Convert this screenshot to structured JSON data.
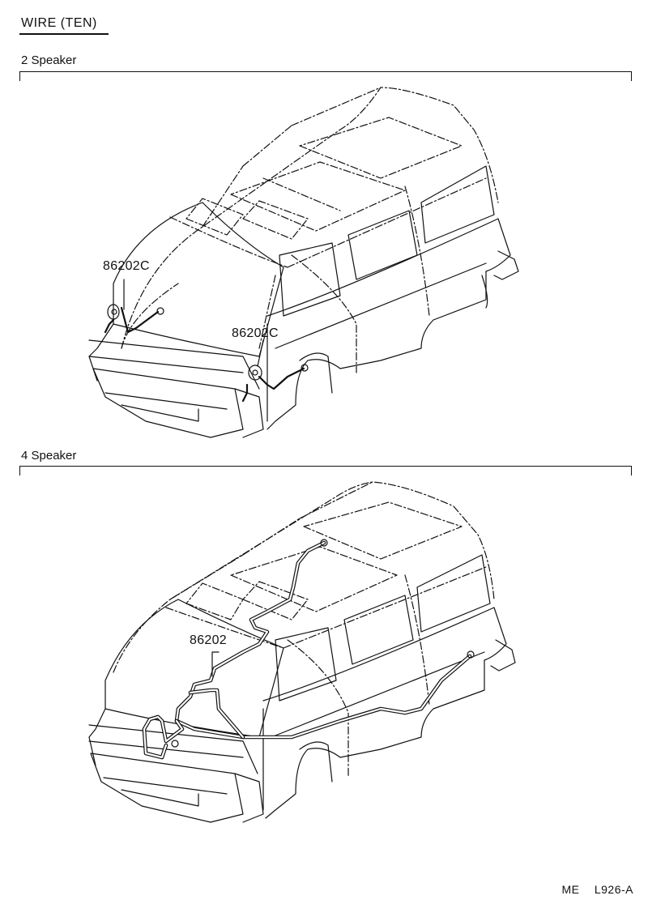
{
  "header": {
    "title": "WIRE (TEN)"
  },
  "sections": [
    {
      "label": "2 Speaker",
      "parts": [
        "86202C",
        "86202C"
      ]
    },
    {
      "label": "4 Speaker",
      "parts": [
        "86202"
      ]
    }
  ],
  "footer": {
    "code1": "ME",
    "code2": "L926-A"
  }
}
